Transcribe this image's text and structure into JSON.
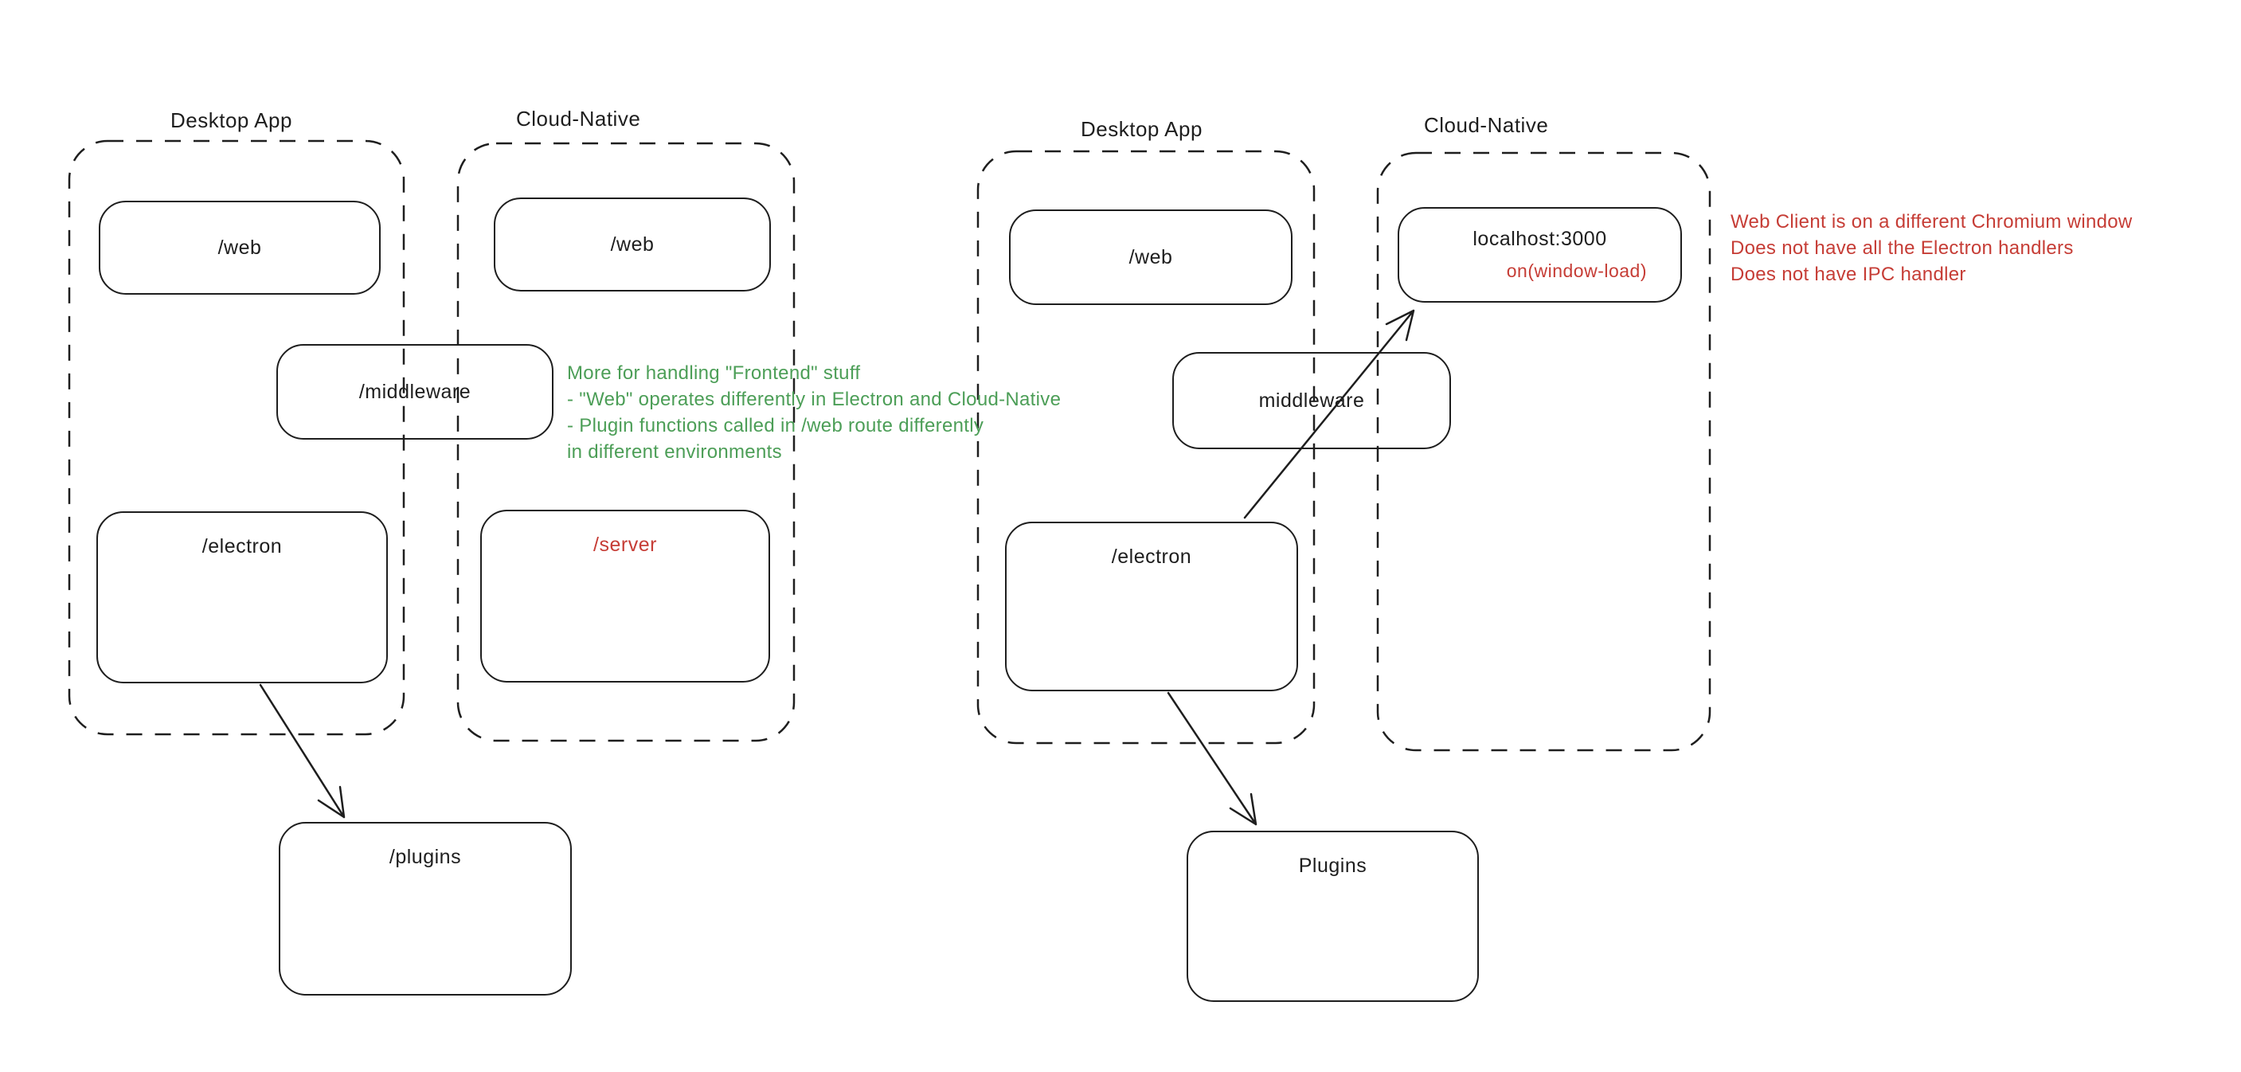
{
  "colors": {
    "ink": "#1e1e1e",
    "green": "#4c9e57",
    "red": "#c63d36",
    "background": "#ffffff"
  },
  "left": {
    "desktop": {
      "label": "Desktop App",
      "web": "/web",
      "middleware": "/middleware",
      "electron": "/electron"
    },
    "cloud": {
      "label": "Cloud-Native",
      "web": "/web",
      "server": "/server"
    },
    "plugins": "/plugins",
    "green_note": {
      "line1": "More for handling \"Frontend\" stuff",
      "line2": "- \"Web\" operates differently in Electron and Cloud-Native",
      "line3": "- Plugin functions called in /web route differently",
      "line4": "in different environments"
    }
  },
  "right": {
    "desktop": {
      "label": "Desktop App",
      "web": "/web",
      "middleware": "middleware",
      "electron": "/electron"
    },
    "cloud": {
      "label": "Cloud-Native",
      "localhost": "localhost:3000",
      "window_load": "on(window-load)"
    },
    "plugins": "Plugins",
    "red_note": {
      "line1": "Web Client is on a different Chromium window",
      "line2": "Does not have all the Electron handlers",
      "line3": "Does not have IPC handler"
    }
  }
}
